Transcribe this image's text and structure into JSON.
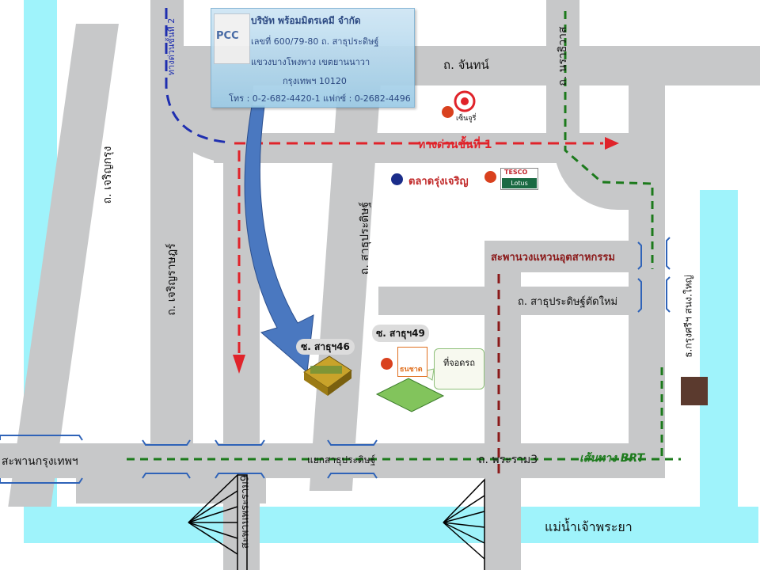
{
  "company": {
    "logo": "PCC",
    "name": "บริษัท พร้อมมิตรเคมี จำกัด",
    "address1": "เลขที่ 600/79-80 ถ. สาธุประดิษฐ์",
    "address2": "แขวงบางโพงพาง เขตยานนาวา",
    "address3": "กรุงเทพฯ 10120",
    "phone": "โทร : 0-2-682-4420-1  แฟกซ์ : 0-2682-4496"
  },
  "roads": {
    "chan": "ถ. จันทน์",
    "naradhiwas": "ถ. นราธิวาส",
    "charoenkrung": "ถ. เจริญกรุง",
    "charoenrat": "ถ. เจริญราษฎร์",
    "sathupradit": "ถ. สาธุประดิษฐ์",
    "sathupradit_new": "ถ. สาธุประดิษฐ์ตัดใหม่",
    "rama3": "ถ. พระราม3",
    "krungthep_bridge": "สะพานกรุงเทพฯ",
    "industrial_ring": "สะพานวงแหวนอุตสาหกรรม",
    "rama3_bridge": "สะพานพระราม9",
    "junction": "แยกสาธุประดิษฐ์",
    "soi46": "ซ. สาธุฯ46",
    "soi49": "ซ. สาธุฯ49",
    "bank_branch": "ธ.กรุงศรีฯ สนง.ใหญ่"
  },
  "routes": {
    "expressway2": "ทางด่วนขั้นที่ 2",
    "expressway1": "ทางด่วนขั้นที่ 1",
    "brt": "เส้นทาง BRT"
  },
  "landmarks": {
    "market": "ตลาดรุ่งเจริญ",
    "tesco_top": "TESCO",
    "tesco_bottom": "Lotus",
    "sunlight": "เซ็นจูรี่",
    "thanachart": "ธนชาต",
    "parking": "ที่จอดรถ",
    "river": "แม่น้ำเจ้าพระยา"
  },
  "colors": {
    "road": "#c7c8c9",
    "river": "#9ff3fb",
    "expressway_route": "#e0232a",
    "expressway2_route": "#1f2fb0",
    "brt_route": "#1c7a1c",
    "local_route": "#8b1a1a",
    "bridge_outline": "#2f63b8"
  }
}
